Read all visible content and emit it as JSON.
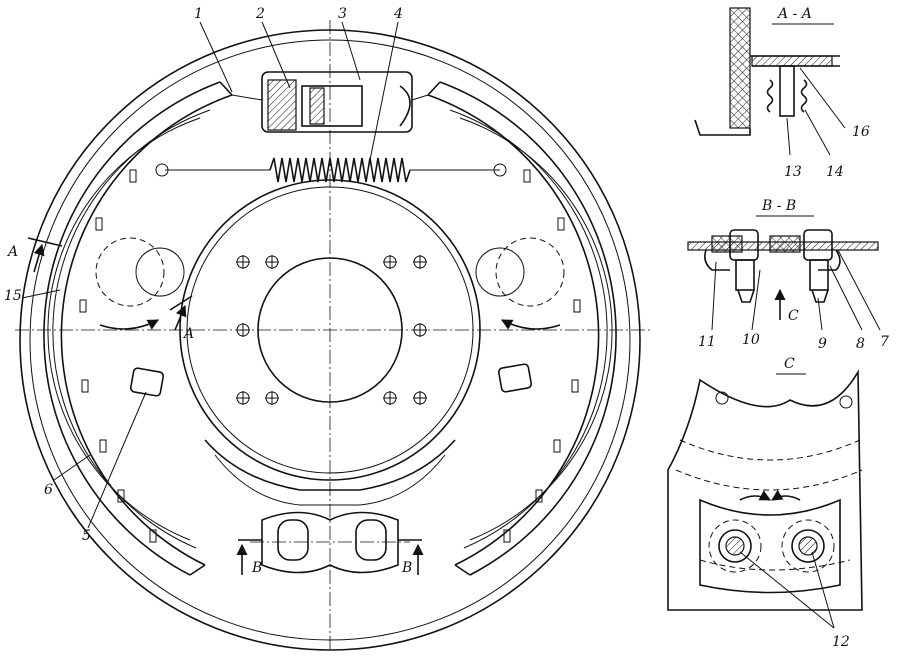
{
  "callouts": {
    "c1": "1",
    "c2": "2",
    "c3": "3",
    "c4": "4",
    "c5": "5",
    "c6": "6",
    "c7": "7",
    "c8": "8",
    "c9": "9",
    "c10": "10",
    "c11": "11",
    "c12": "12",
    "c13": "13",
    "c14": "14",
    "c15": "15",
    "c16": "16"
  },
  "section_marks": {
    "a_left": "A",
    "a_inner": "A",
    "b_left": "B",
    "b_right": "B",
    "c_arrow": "C"
  },
  "section_titles": {
    "aa": "A - A",
    "bb": "B - B",
    "c": "C"
  }
}
